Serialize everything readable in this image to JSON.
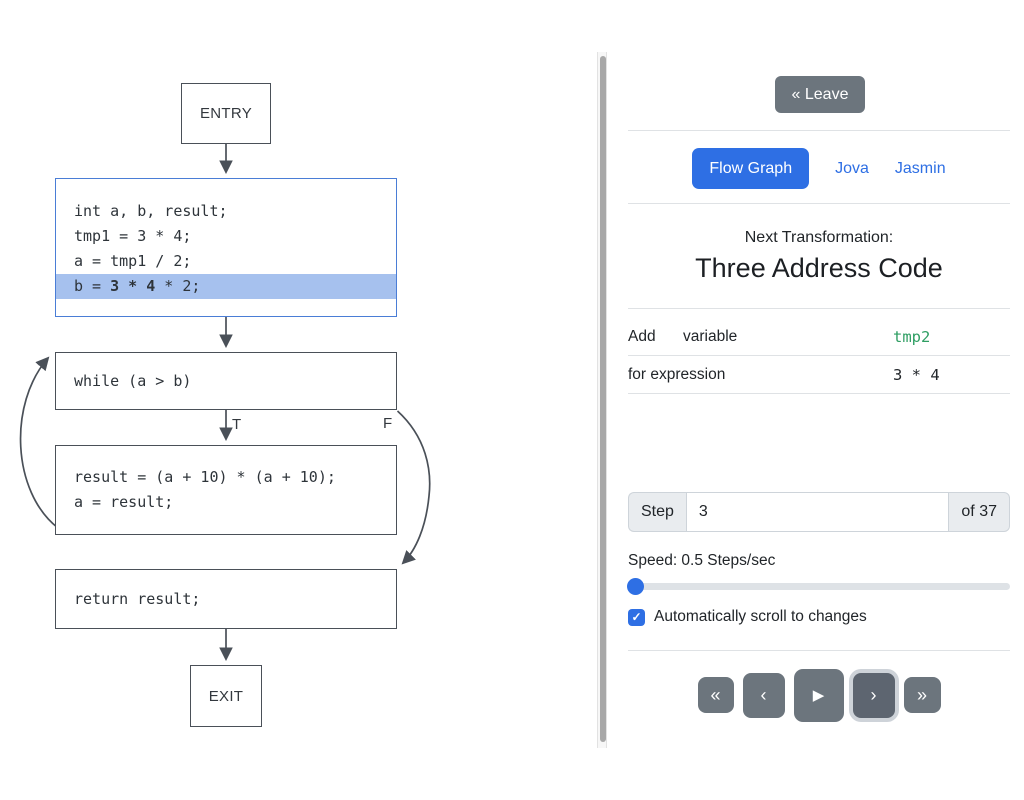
{
  "graph": {
    "entry_label": "ENTRY",
    "exit_label": "EXIT",
    "decl_block": {
      "lines": [
        "int a, b, result;",
        "tmp1 = 3 * 4;",
        "a = tmp1 / 2;"
      ],
      "highlight_line": {
        "prefix": "b = ",
        "bold": "3 * 4",
        "suffix": " * 2;"
      }
    },
    "while_block": {
      "text": "while (a > b)"
    },
    "body_block": {
      "lines": [
        "result = (a + 10) * (a + 10);",
        "a = result;"
      ]
    },
    "return_block": {
      "text": "return result;"
    },
    "true_label": "T",
    "false_label": "F"
  },
  "panel": {
    "leave_button": "« Leave",
    "tabs": [
      {
        "label": "Flow Graph",
        "active": true
      },
      {
        "label": "Jova",
        "active": false
      },
      {
        "label": "Jasmin",
        "active": false
      }
    ],
    "next_transformation": {
      "label": "Next Transformation:",
      "title": "Three Address Code"
    },
    "table": {
      "action": "Add",
      "kind": "variable",
      "variable_value": "tmp2",
      "expr_label": "for expression",
      "expr_value": "3 * 4"
    },
    "step": {
      "label": "Step",
      "value": "3",
      "total": "of 37"
    },
    "speed_label": "Speed: 0.5 Steps/sec",
    "autoscroll_label": "Automatically scroll to changes",
    "icons": {
      "check": "✓",
      "skip_start": "«",
      "prev": "‹",
      "play": "▶",
      "next": "›",
      "skip_end": "»"
    }
  },
  "colors": {
    "accent_blue": "#2e6fe4",
    "active_node_border": "#4a7dd6",
    "highlight_blue": "#a6c1ee",
    "variable_green": "#2f9e63",
    "secondary_gray": "#6c757d",
    "node_border": "#4a5058"
  }
}
